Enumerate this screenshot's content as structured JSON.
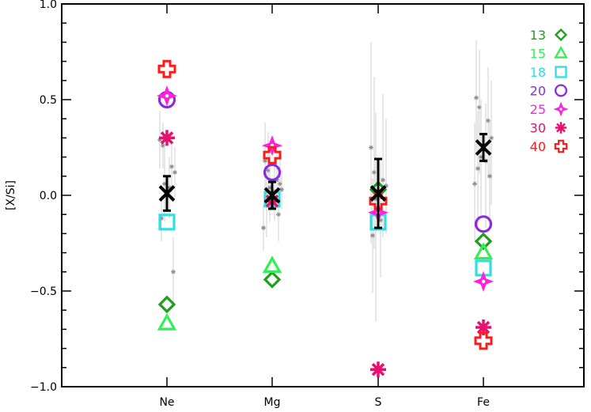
{
  "chart_data": {
    "type": "scatter",
    "title": "",
    "xlabel": "",
    "ylabel": "[X/Si]",
    "categories": [
      "Ne",
      "Mg",
      "S",
      "Fe"
    ],
    "ylim": [
      -1.0,
      1.0
    ],
    "yticks": [
      1.0,
      0.5,
      0.0,
      -0.5,
      -1.0
    ],
    "ytick_labels": [
      "1.0",
      "0.5",
      "0.0",
      "−0.5",
      "−1.0"
    ],
    "grid": false,
    "legend_position": "top-right",
    "series": [
      {
        "name": "13",
        "marker": "diamond",
        "color": "#1e9e1e",
        "values": [
          -0.57,
          -0.44,
          0.03,
          -0.24
        ]
      },
      {
        "name": "15",
        "marker": "triangle",
        "color": "#33ee55",
        "values": [
          -0.67,
          -0.37,
          null,
          -0.3
        ]
      },
      {
        "name": "18",
        "marker": "square",
        "color": "#33dddd",
        "values": [
          -0.14,
          -0.02,
          -0.14,
          -0.38
        ]
      },
      {
        "name": "20",
        "marker": "circle",
        "color": "#8a2be2",
        "values": [
          0.5,
          0.12,
          null,
          -0.15
        ]
      },
      {
        "name": "25",
        "marker": "star4",
        "color": "#ff22dd",
        "values": [
          0.52,
          0.26,
          -0.09,
          -0.45
        ]
      },
      {
        "name": "30",
        "marker": "asterisk",
        "color": "#e8106b",
        "values": [
          0.3,
          -0.03,
          -0.91,
          -0.69
        ]
      },
      {
        "name": "40",
        "marker": "cross",
        "color": "#ff1a1a",
        "values": [
          0.66,
          0.21,
          -0.03,
          -0.76
        ]
      }
    ],
    "mean": {
      "marker": "x",
      "color": "#000000",
      "values": [
        0.01,
        0.0,
        0.01,
        0.25
      ],
      "errors": [
        0.09,
        0.07,
        0.18,
        0.07
      ]
    },
    "background_points": {
      "marker": "asterisk",
      "color": "#8c8c8c",
      "groups": [
        [
          {
            "value": 0.29,
            "err_low": 0.15,
            "err_high": 0.15
          },
          {
            "value": 0.26,
            "err_low": 0.12,
            "err_high": 0.12
          },
          {
            "value": 0.15,
            "err_low": 0.14,
            "err_high": 0.14
          },
          {
            "value": 0.12,
            "err_low": 0.13,
            "err_high": 0.13
          },
          {
            "value": 0.06,
            "err_low": 0.2,
            "err_high": 0.2
          },
          {
            "value": 0.04,
            "err_low": 0.16,
            "err_high": 0.16
          },
          {
            "value": -0.12,
            "err_low": 0.12,
            "err_high": 0.12
          },
          {
            "value": -0.4,
            "err_low": 0.18,
            "err_high": 0.18
          }
        ],
        [
          {
            "value": 0.18,
            "err_low": 0.14,
            "err_high": 0.2
          },
          {
            "value": 0.13,
            "err_low": 0.16,
            "err_high": 0.2
          },
          {
            "value": 0.08,
            "err_low": 0.15,
            "err_high": 0.15
          },
          {
            "value": 0.06,
            "err_low": 0.12,
            "err_high": 0.13
          },
          {
            "value": 0.04,
            "err_low": 0.18,
            "err_high": 0.18
          },
          {
            "value": 0.02,
            "err_low": 0.15,
            "err_high": 0.15
          },
          {
            "value": -0.05,
            "err_low": 0.17,
            "err_high": 0.17
          },
          {
            "value": -0.1,
            "err_low": 0.14,
            "err_high": 0.14
          },
          {
            "value": -0.17,
            "err_low": 0.12,
            "err_high": 0.12
          },
          {
            "value": 0.03,
            "err_low": 0.1,
            "err_high": 0.1
          }
        ],
        [
          {
            "value": 0.25,
            "err_low": 0.5,
            "err_high": 0.55
          },
          {
            "value": 0.12,
            "err_low": 0.4,
            "err_high": 0.5
          },
          {
            "value": 0.08,
            "err_low": 0.3,
            "err_high": 0.45
          },
          {
            "value": 0.05,
            "err_low": 0.25,
            "err_high": 0.35
          },
          {
            "value": -0.02,
            "err_low": 0.64,
            "err_high": 0.45
          },
          {
            "value": -0.13,
            "err_low": 0.3,
            "err_high": 0.3
          },
          {
            "value": -0.21,
            "err_low": 0.3,
            "err_high": 0.3
          }
        ],
        [
          {
            "value": 0.51,
            "err_low": 0.3,
            "err_high": 0.3
          },
          {
            "value": 0.46,
            "err_low": 0.35,
            "err_high": 0.3
          },
          {
            "value": 0.39,
            "err_low": 0.3,
            "err_high": 0.28
          },
          {
            "value": 0.3,
            "err_low": 0.35,
            "err_high": 0.3
          },
          {
            "value": 0.2,
            "err_low": 0.3,
            "err_high": 0.3
          },
          {
            "value": 0.18,
            "err_low": 0.35,
            "err_high": 0.3
          },
          {
            "value": 0.14,
            "err_low": 0.3,
            "err_high": 0.3
          },
          {
            "value": 0.1,
            "err_low": 0.28,
            "err_high": 0.3
          },
          {
            "value": 0.06,
            "err_low": 0.3,
            "err_high": 0.32
          }
        ]
      ]
    }
  }
}
